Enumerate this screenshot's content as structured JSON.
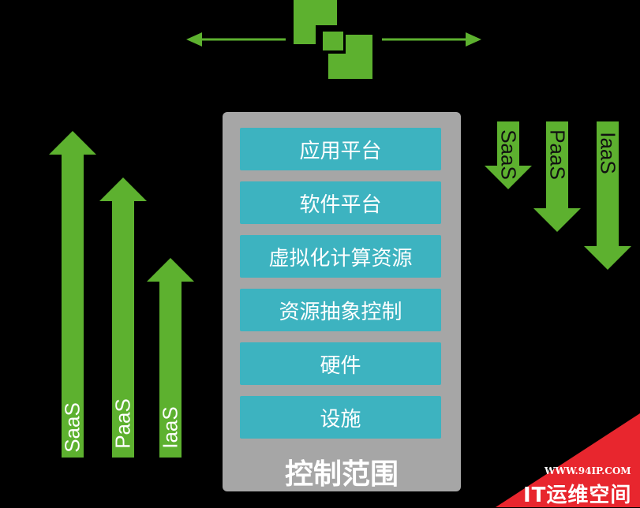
{
  "stack": {
    "layers": [
      "应用平台",
      "软件平台",
      "虚拟化计算资源",
      "资源抽象控制",
      "硬件",
      "设施"
    ],
    "label": "控制范围"
  },
  "left_arrows": [
    "SaaS",
    "PaaS",
    "IaaS"
  ],
  "right_arrows": [
    "SaaS",
    "PaaS",
    "IaaS"
  ],
  "watermark": {
    "url": "WWW.94IP.COM",
    "name": "IT运维空间"
  },
  "colors": {
    "arrow_green": "#5db12f",
    "layer_teal": "#3db3c0",
    "stack_gray": "#a6a6a6",
    "watermark_red": "#e8262e",
    "background": "#000000"
  },
  "icons": {
    "top": "overlapping-squares-icon"
  }
}
